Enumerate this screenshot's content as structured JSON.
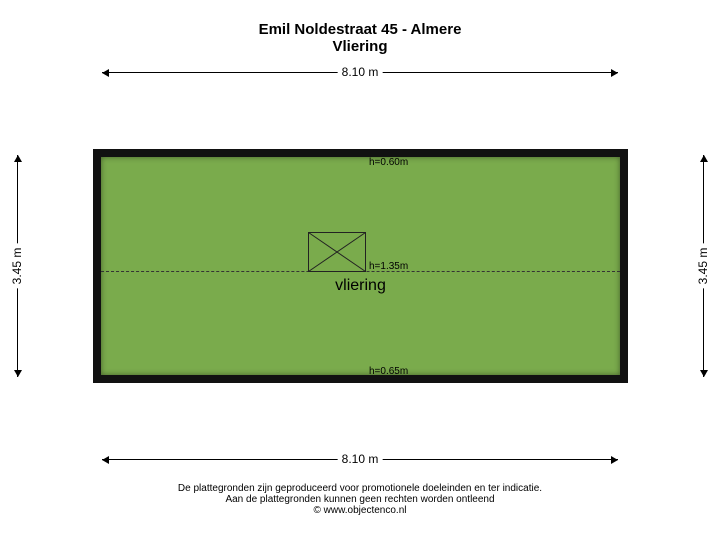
{
  "header": {
    "address": "Emil Noldestraat 45 - Almere",
    "floor": "Vliering"
  },
  "dimensions": {
    "top_width": "8.10 m",
    "bottom_width": "8.10 m",
    "left_depth": "3.45 m",
    "right_depth": "3.45 m"
  },
  "room": {
    "name": "vliering",
    "height_top": "h=0.60m",
    "height_ridge": "h=1.35m",
    "height_bottom": "h=0.65m",
    "fill_color": "#7aab4c",
    "wall_color": "#111111"
  },
  "footer": {
    "line1": "De plattegronden zijn geproduceerd voor promotionele doeleinden en ter indicatie.",
    "line2": "Aan de plattegronden kunnen geen rechten worden ontleend",
    "line3": "© www.objectenco.nl"
  }
}
